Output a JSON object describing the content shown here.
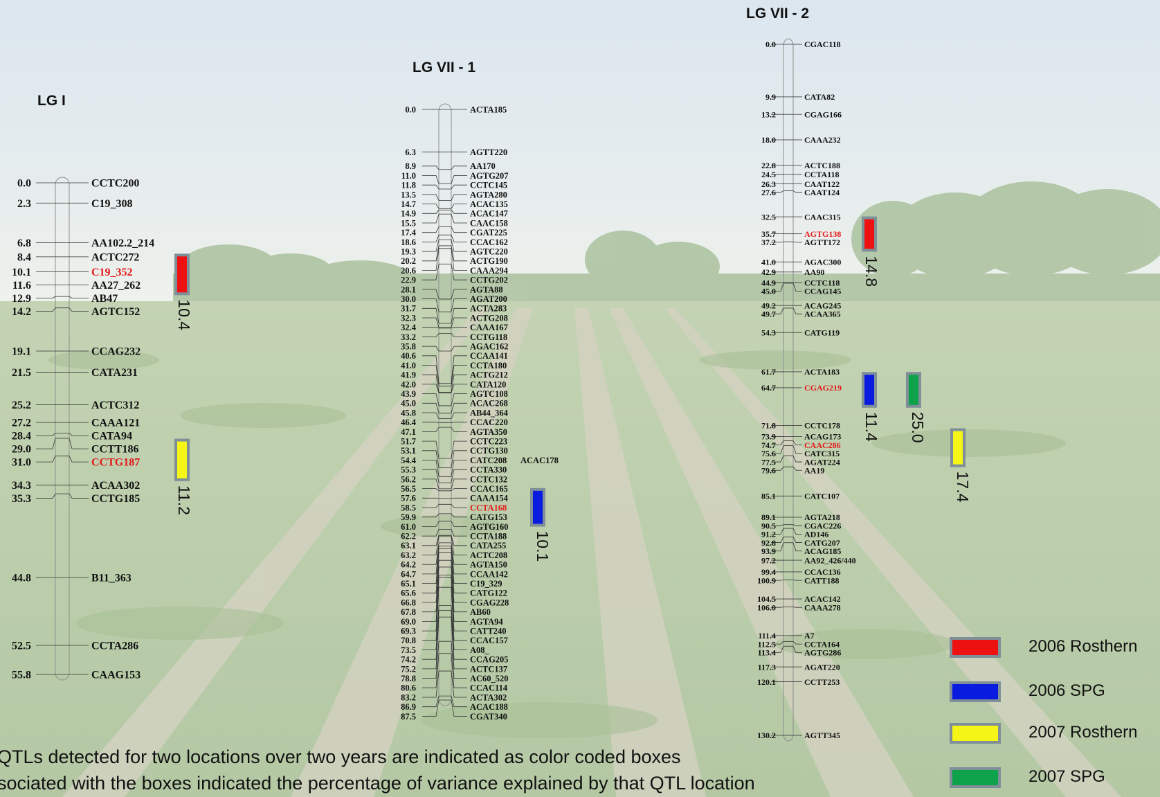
{
  "colors": {
    "sky_top": "#dfe9f1",
    "sky_bottom": "#eef1ec",
    "field": "#b9cba9",
    "tree": "#a9bf9e",
    "red": "#ee1111",
    "blue": "#0a1be0",
    "yellow": "#f5f518",
    "green": "#0ea24a",
    "box_border": "#7f8f98",
    "highlight_text": "#e31818"
  },
  "linkage_groups": [
    {
      "id": "lg1",
      "title": "LG I",
      "markers": [
        {
          "pos": 0.0,
          "name": "CCTC200"
        },
        {
          "pos": 2.3,
          "name": "C19_308"
        },
        {
          "pos": 6.8,
          "name": "AA102.2_214"
        },
        {
          "pos": 8.4,
          "name": "ACTC272"
        },
        {
          "pos": 10.1,
          "name": "C19_352",
          "highlight": true
        },
        {
          "pos": 11.6,
          "name": "AA27_262"
        },
        {
          "pos": 12.9,
          "name": "AB47"
        },
        {
          "pos": 14.2,
          "name": "AGTC152"
        },
        {
          "pos": 19.1,
          "name": "CCAG232"
        },
        {
          "pos": 21.5,
          "name": "CATA231"
        },
        {
          "pos": 25.2,
          "name": "ACTC312"
        },
        {
          "pos": 27.2,
          "name": "CAAA121"
        },
        {
          "pos": 28.4,
          "name": "CATA94"
        },
        {
          "pos": 29.0,
          "name": "CCTT186"
        },
        {
          "pos": 31.0,
          "name": "CCTG187",
          "highlight": true
        },
        {
          "pos": 34.3,
          "name": "ACAA302"
        },
        {
          "pos": 35.3,
          "name": "CCTG185"
        },
        {
          "pos": 44.8,
          "name": "B11_363"
        },
        {
          "pos": 52.5,
          "name": "CCTA286"
        },
        {
          "pos": 55.8,
          "name": "CAAG153"
        }
      ],
      "qtls": [
        {
          "color": "red",
          "from": 8.2,
          "to": 12.6,
          "variance": "10.4"
        },
        {
          "color": "yellow",
          "from": 29.2,
          "to": 33.7,
          "variance": "11.2"
        }
      ]
    },
    {
      "id": "lg7-1",
      "title": "LG VII - 1",
      "markers": [
        {
          "pos": 0.0,
          "name": "ACTA185"
        },
        {
          "pos": 6.3,
          "name": "AGTT220"
        },
        {
          "pos": 8.9,
          "name": "AA170"
        },
        {
          "pos": 11.0,
          "name": "AGTG207"
        },
        {
          "pos": 11.8,
          "name": "CCTC145"
        },
        {
          "pos": 13.5,
          "name": "AGTA280"
        },
        {
          "pos": 14.7,
          "name": "ACAC135"
        },
        {
          "pos": 14.9,
          "name": "ACAC147"
        },
        {
          "pos": 15.5,
          "name": "CAAC158"
        },
        {
          "pos": 17.4,
          "name": "CGAT225"
        },
        {
          "pos": 18.6,
          "name": "CCAC162"
        },
        {
          "pos": 19.3,
          "name": "AGTC220"
        },
        {
          "pos": 20.2,
          "name": "ACTG190"
        },
        {
          "pos": 20.6,
          "name": "CAAA294"
        },
        {
          "pos": 22.9,
          "name": "CCTG202"
        },
        {
          "pos": 28.1,
          "name": "AGTA88"
        },
        {
          "pos": 30.0,
          "name": "AGAT200"
        },
        {
          "pos": 31.7,
          "name": "ACTA283"
        },
        {
          "pos": 32.3,
          "name": "ACTG208"
        },
        {
          "pos": 32.4,
          "name": "CAAA167"
        },
        {
          "pos": 33.2,
          "name": "CCTG118"
        },
        {
          "pos": 35.8,
          "name": "AGAC162"
        },
        {
          "pos": 40.6,
          "name": "CCAA141"
        },
        {
          "pos": 41.0,
          "name": "CCTA180"
        },
        {
          "pos": 41.9,
          "name": "ACTG212"
        },
        {
          "pos": 42.0,
          "name": "CATA120"
        },
        {
          "pos": 43.9,
          "name": "AGTC108"
        },
        {
          "pos": 45.0,
          "name": "ACAC268"
        },
        {
          "pos": 45.8,
          "name": "AB44_364"
        },
        {
          "pos": 46.4,
          "name": "CCAC220"
        },
        {
          "pos": 47.1,
          "name": "AGTA350"
        },
        {
          "pos": 51.7,
          "name": "CCTC223"
        },
        {
          "pos": 53.1,
          "name": "CCTG130"
        },
        {
          "pos": 54.4,
          "name": "CATC208"
        },
        {
          "pos": 55.3,
          "name": "CCTA330"
        },
        {
          "pos": 56.2,
          "name": "CCTC132"
        },
        {
          "pos": 56.5,
          "name": "CCAC165"
        },
        {
          "pos": 57.6,
          "name": "CAAA154"
        },
        {
          "pos": 58.5,
          "name": "CCTA168",
          "highlight": true
        },
        {
          "pos": 59.9,
          "name": "CATG153"
        },
        {
          "pos": 61.0,
          "name": "AGTG160"
        },
        {
          "pos": 62.2,
          "name": "CCTA188"
        },
        {
          "pos": 63.1,
          "name": "CATA255"
        },
        {
          "pos": 63.2,
          "name": "ACTC208"
        },
        {
          "pos": 64.2,
          "name": "AGTA150"
        },
        {
          "pos": 64.7,
          "name": "CCAA142"
        },
        {
          "pos": 65.1,
          "name": "C19_329"
        },
        {
          "pos": 65.6,
          "name": "CATG122"
        },
        {
          "pos": 66.8,
          "name": "CGAG228"
        },
        {
          "pos": 67.8,
          "name": "AB60"
        },
        {
          "pos": 69.0,
          "name": "AGTA94"
        },
        {
          "pos": 69.3,
          "name": "CATT240"
        },
        {
          "pos": 70.8,
          "name": "CCAC157"
        },
        {
          "pos": 73.5,
          "name": "A08_"
        },
        {
          "pos": 74.2,
          "name": "CCAG205"
        },
        {
          "pos": 75.2,
          "name": "ACTC137"
        },
        {
          "pos": 78.8,
          "name": "AC60_520"
        },
        {
          "pos": 80.6,
          "name": "CCAC114"
        },
        {
          "pos": 83.2,
          "name": "ACTA302"
        },
        {
          "pos": 86.9,
          "name": "ACAC188"
        },
        {
          "pos": 87.5,
          "name": "CGAT340"
        }
      ],
      "extra_labels": [
        {
          "text": "ACAC178",
          "row": 33
        }
      ],
      "qtls": [
        {
          "color": "blue",
          "from": 56.3,
          "to": 61.6,
          "variance": "10.1"
        }
      ]
    },
    {
      "id": "lg7-2",
      "title": "LG VII - 2",
      "markers": [
        {
          "pos": 0.0,
          "name": "CGAC118"
        },
        {
          "pos": 9.9,
          "name": "CATA82"
        },
        {
          "pos": 13.2,
          "name": "CGAG166"
        },
        {
          "pos": 18.0,
          "name": "CAAA232"
        },
        {
          "pos": 22.8,
          "name": "ACTC188"
        },
        {
          "pos": 24.5,
          "name": "CCTA118"
        },
        {
          "pos": 26.3,
          "name": "CAAT122"
        },
        {
          "pos": 27.6,
          "name": "CAAT124"
        },
        {
          "pos": 32.5,
          "name": "CAAC315"
        },
        {
          "pos": 35.7,
          "name": "AGTG138",
          "highlight": true
        },
        {
          "pos": 37.2,
          "name": "AGTT172"
        },
        {
          "pos": 41.0,
          "name": "AGAC300"
        },
        {
          "pos": 42.9,
          "name": "AA90"
        },
        {
          "pos": 44.9,
          "name": "CCTC118"
        },
        {
          "pos": 45.0,
          "name": "CCAG145"
        },
        {
          "pos": 49.2,
          "name": "ACAG245"
        },
        {
          "pos": 49.7,
          "name": "ACAA365"
        },
        {
          "pos": 54.3,
          "name": "CATG119"
        },
        {
          "pos": 61.7,
          "name": "ACTA183"
        },
        {
          "pos": 64.7,
          "name": "CGAG219",
          "highlight": true
        },
        {
          "pos": 71.8,
          "name": "CCTC178"
        },
        {
          "pos": 73.9,
          "name": "ACAG173"
        },
        {
          "pos": 74.7,
          "name": "CAAC286",
          "highlight": true
        },
        {
          "pos": 75.6,
          "name": "CATC315"
        },
        {
          "pos": 77.5,
          "name": "AGAT224"
        },
        {
          "pos": 79.6,
          "name": "AA19"
        },
        {
          "pos": 85.1,
          "name": "CATC107"
        },
        {
          "pos": 89.1,
          "name": "AGTA218"
        },
        {
          "pos": 90.5,
          "name": "CGAC226"
        },
        {
          "pos": 91.2,
          "name": "AD146"
        },
        {
          "pos": 92.8,
          "name": "CATG207"
        },
        {
          "pos": 93.9,
          "name": "ACAG185"
        },
        {
          "pos": 97.2,
          "name": "AA92_426/440"
        },
        {
          "pos": 99.4,
          "name": "CCAC136"
        },
        {
          "pos": 100.9,
          "name": "CATT188"
        },
        {
          "pos": 104.5,
          "name": "ACAC142"
        },
        {
          "pos": 106.0,
          "name": "CAAA278"
        },
        {
          "pos": 111.4,
          "name": "A7"
        },
        {
          "pos": 112.5,
          "name": "CCTA164"
        },
        {
          "pos": 113.4,
          "name": "AGTG286"
        },
        {
          "pos": 117.3,
          "name": "AGAT220"
        },
        {
          "pos": 120.1,
          "name": "CCTT253"
        },
        {
          "pos": 130.2,
          "name": "AGTT345"
        }
      ],
      "qtls": [
        {
          "color": "red",
          "from": 32.7,
          "to": 38.8,
          "variance": "14.8"
        },
        {
          "color": "blue",
          "from": 62.0,
          "to": 68.2,
          "variance": "11.4"
        },
        {
          "color": "green",
          "from": 62.0,
          "to": 68.2,
          "variance": "25.0"
        },
        {
          "color": "yellow",
          "from": 72.6,
          "to": 79.4,
          "variance": "17.4"
        }
      ]
    }
  ],
  "legend": [
    {
      "color": "red",
      "label": "2006 Rosthern"
    },
    {
      "color": "blue",
      "label": "2006 SPG"
    },
    {
      "color": "yellow",
      "label": "2007 Rosthern"
    },
    {
      "color": "green",
      "label": "2007 SPG"
    }
  ],
  "notes": {
    "line1": "QTLs detected for two locations over two years are indicated as color coded boxes",
    "line2": "sociated with the boxes indicated  the percentage of variance explained by that QTL location"
  }
}
